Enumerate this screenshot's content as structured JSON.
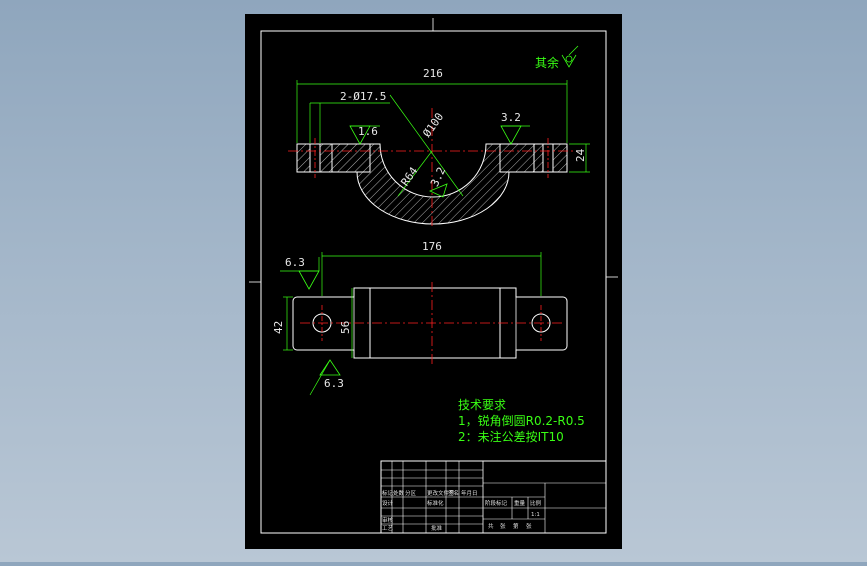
{
  "drawing": {
    "dimensions": {
      "overall_length": "216",
      "bolt_holes": "2-Ø17.5",
      "arc_diameter": "Ø100",
      "inner_radius": "R64",
      "height": "24",
      "base_length": "176",
      "width_42": "42",
      "width_56": "56"
    },
    "roughness": {
      "r_1_6": "1.6",
      "r_3_2_top": "3.2",
      "r_3_2_arc": "3.2",
      "r_6_3_top": "6.3",
      "r_6_3_bottom": "6.3",
      "remaining_label": "其余"
    },
    "tech_requirements": {
      "title": "技术要求",
      "line1": "1，锐角倒圆R0.2-R0.5",
      "line2": "2：未注公差按IT10"
    },
    "title_block": {
      "row_a": [
        "标记",
        "处数",
        "分区",
        "更改文件号",
        "签名",
        "年月日"
      ],
      "row_b": [
        "设计",
        "标准化"
      ],
      "row_c": [
        "审核"
      ],
      "row_d": [
        "工艺",
        "批准"
      ],
      "stage_header": [
        "阶段标记",
        "重量",
        "比例"
      ],
      "scale": "1:1",
      "sheet": [
        "共",
        "张",
        "第",
        "张"
      ]
    },
    "colors": {
      "paper": "#000000",
      "frame": "#ffffff",
      "dimension": "#39ff14",
      "centerline": "#ff2020",
      "outline": "#ffffff"
    }
  }
}
